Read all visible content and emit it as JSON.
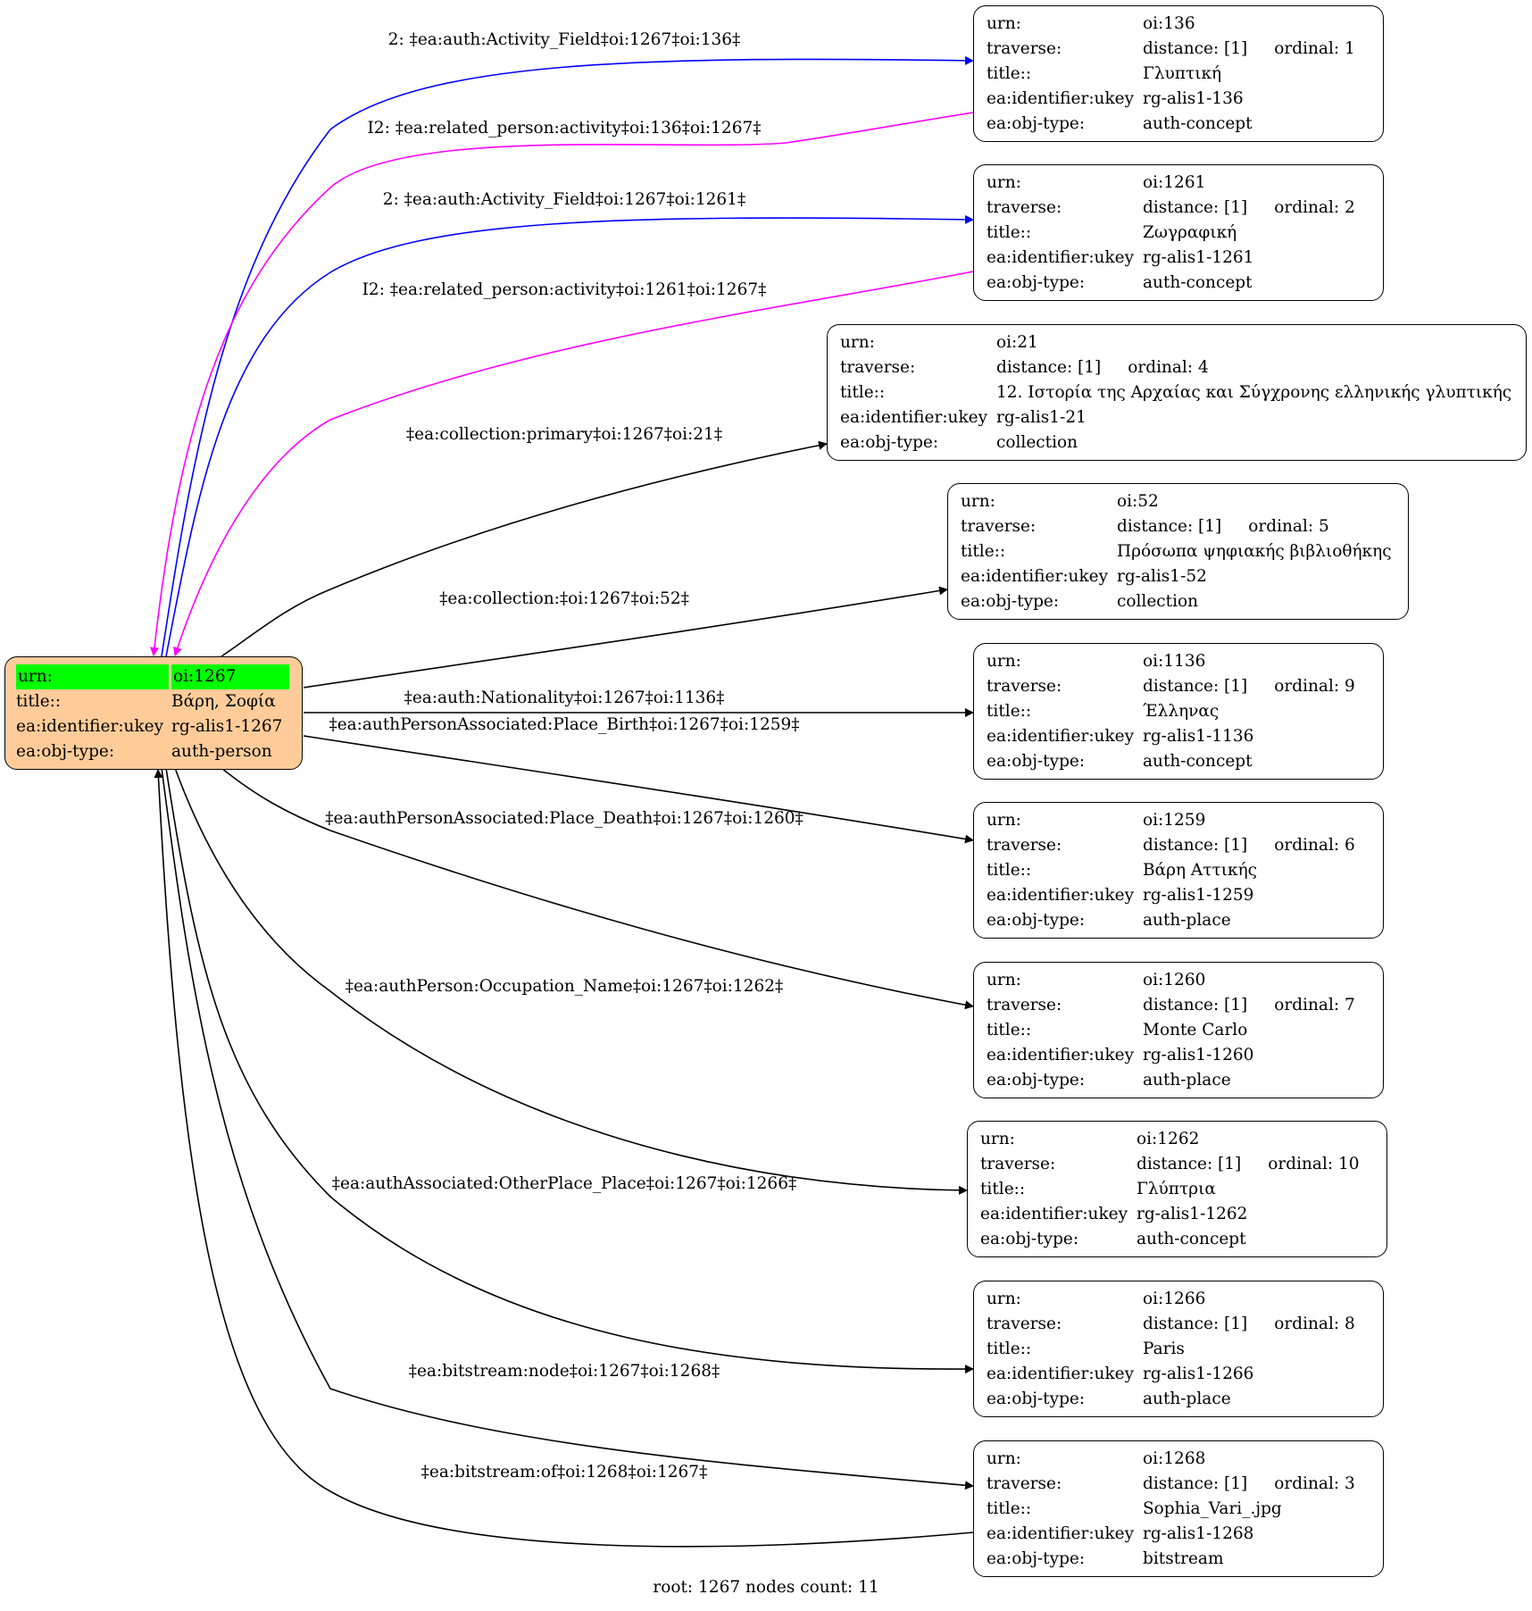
{
  "root": {
    "urn_label": "urn:",
    "urn": "oi:1267",
    "title_label": "title::",
    "title": "Βάρη, Σοφία",
    "ukey_label": "ea:identifier:ukey",
    "ukey": "rg-alis1-1267",
    "type_label": "ea:obj-type:",
    "type": "auth-person"
  },
  "labels": {
    "urn": "urn:",
    "traverse": "traverse:",
    "title": "title::",
    "ukey": "ea:identifier:ukey",
    "type": "ea:obj-type:"
  },
  "nodes": [
    {
      "urn": "oi:136",
      "distance": "distance: [1]",
      "ordinal": "ordinal: 1",
      "title": "Γλυπτική",
      "ukey": "rg-alis1-136",
      "type": "auth-concept"
    },
    {
      "urn": "oi:1261",
      "distance": "distance: [1]",
      "ordinal": "ordinal: 2",
      "title": "Ζωγραφική",
      "ukey": "rg-alis1-1261",
      "type": "auth-concept"
    },
    {
      "urn": "oi:21",
      "distance": "distance: [1]",
      "ordinal": "ordinal: 4",
      "title": "12. Ιστορία της Αρχαίας και Σύγχρονης ελληνικής γλυπτικής",
      "ukey": "rg-alis1-21",
      "type": "collection"
    },
    {
      "urn": "oi:52",
      "distance": "distance: [1]",
      "ordinal": "ordinal: 5",
      "title": "Πρόσωπα ψηφιακής βιβλιοθήκης",
      "ukey": "rg-alis1-52",
      "type": "collection"
    },
    {
      "urn": "oi:1136",
      "distance": "distance: [1]",
      "ordinal": "ordinal: 9",
      "title": "Έλληνας",
      "ukey": "rg-alis1-1136",
      "type": "auth-concept"
    },
    {
      "urn": "oi:1259",
      "distance": "distance: [1]",
      "ordinal": "ordinal: 6",
      "title": "Βάρη Αττικής",
      "ukey": "rg-alis1-1259",
      "type": "auth-place"
    },
    {
      "urn": "oi:1260",
      "distance": "distance: [1]",
      "ordinal": "ordinal: 7",
      "title": "Monte Carlo",
      "ukey": "rg-alis1-1260",
      "type": "auth-place"
    },
    {
      "urn": "oi:1262",
      "distance": "distance: [1]",
      "ordinal": "ordinal: 10",
      "title": "Γλύπτρια",
      "ukey": "rg-alis1-1262",
      "type": "auth-concept"
    },
    {
      "urn": "oi:1266",
      "distance": "distance: [1]",
      "ordinal": "ordinal: 8",
      "title": "Paris",
      "ukey": "rg-alis1-1266",
      "type": "auth-place"
    },
    {
      "urn": "oi:1268",
      "distance": "distance: [1]",
      "ordinal": "ordinal: 3",
      "title": "Sophia_Vari_.jpg",
      "ukey": "rg-alis1-1268",
      "type": "bitstream"
    }
  ],
  "edges": [
    {
      "label": "2: ‡ea:auth:Activity_Field‡oi:1267‡oi:136‡",
      "color": "#0000ff"
    },
    {
      "label": "I2: ‡ea:related_person:activity‡oi:136‡oi:1267‡",
      "color": "#ff00ff"
    },
    {
      "label": "2: ‡ea:auth:Activity_Field‡oi:1267‡oi:1261‡",
      "color": "#0000ff"
    },
    {
      "label": "I2: ‡ea:related_person:activity‡oi:1261‡oi:1267‡",
      "color": "#ff00ff"
    },
    {
      "label": "‡ea:collection:primary‡oi:1267‡oi:21‡",
      "color": "#000000"
    },
    {
      "label": "‡ea:collection:‡oi:1267‡oi:52‡",
      "color": "#000000"
    },
    {
      "label": "‡ea:auth:Nationality‡oi:1267‡oi:1136‡",
      "color": "#000000"
    },
    {
      "label": "‡ea:authPersonAssociated:Place_Birth‡oi:1267‡oi:1259‡",
      "color": "#000000"
    },
    {
      "label": "‡ea:authPersonAssociated:Place_Death‡oi:1267‡oi:1260‡",
      "color": "#000000"
    },
    {
      "label": "‡ea:authPerson:Occupation_Name‡oi:1267‡oi:1262‡",
      "color": "#000000"
    },
    {
      "label": "‡ea:authAssociated:OtherPlace_Place‡oi:1267‡oi:1266‡",
      "color": "#000000"
    },
    {
      "label": "‡ea:bitstream:node‡oi:1267‡oi:1268‡",
      "color": "#000000"
    },
    {
      "label": "‡ea:bitstream:of‡oi:1268‡oi:1267‡",
      "color": "#000000"
    }
  ],
  "footer": "root: 1267 nodes count: 11"
}
